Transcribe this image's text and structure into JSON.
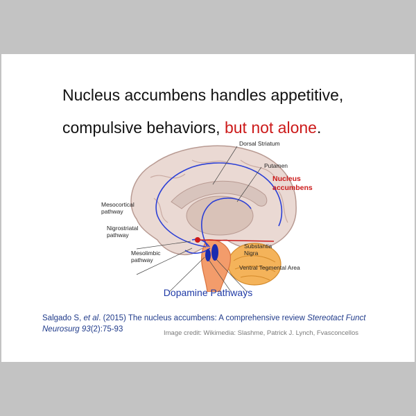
{
  "slide": {
    "title_line1": "Nucleus accumbens handles appetitive,",
    "title_line2_main": "compulsive behaviors, ",
    "title_line2_accent": "but not alone",
    "title_line2_end": ".",
    "accent_color": "#cc1a1a"
  },
  "figure": {
    "labels": {
      "dorsal_striatum": "Dorsal Striatum",
      "putamen": "Putamen",
      "nucleus_accumbens_1": "Nucleus",
      "nucleus_accumbens_2": "accumbens",
      "mesocortical_1": "Mesocortical",
      "mesocortical_2": "pathway",
      "nigrostriatal_1": "Nigrostriatal",
      "nigrostriatal_2": "pathway",
      "mesolimbic_1": "Mesolimbic",
      "mesolimbic_2": "pathway",
      "substantia_1": "Substantia",
      "substantia_2": "Nigra",
      "vta": "Ventral Tegmental Area"
    },
    "caption": "Dopamine Pathways"
  },
  "citation": {
    "text": "Salgado S, ",
    "etal": "et al",
    "text2": ". (2015) The nucleus accumbens: A comprehensive review ",
    "journal": "Stereotact Funct Neurosurg 93",
    "pages": "(2):75-93"
  },
  "credit": "Image credit: Wikimedia: Slashme,  Patrick J. Lynch, Fvasconcellos"
}
